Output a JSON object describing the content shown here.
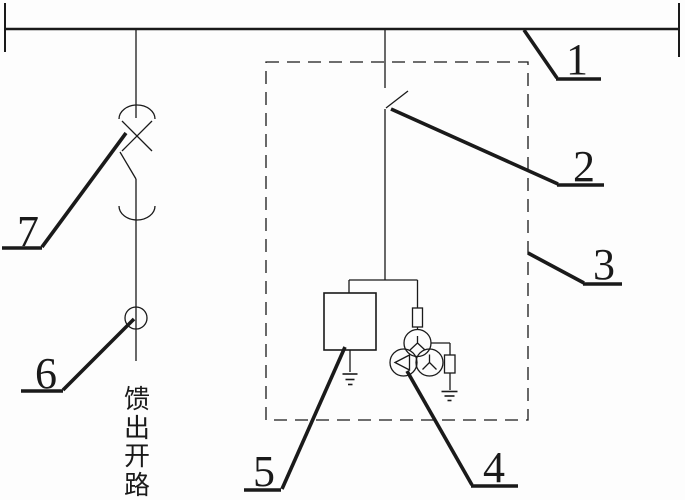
{
  "colors": {
    "background": "#fdfdfd",
    "line": "#1a1a1a"
  },
  "callouts": [
    {
      "number": "1"
    },
    {
      "number": "2"
    },
    {
      "number": "3"
    },
    {
      "number": "4"
    },
    {
      "number": "5"
    },
    {
      "number": "6"
    },
    {
      "number": "7"
    }
  ],
  "feeder_label": {
    "text": "馈出开路",
    "chars": [
      "馈",
      "出",
      "开",
      "路"
    ]
  }
}
